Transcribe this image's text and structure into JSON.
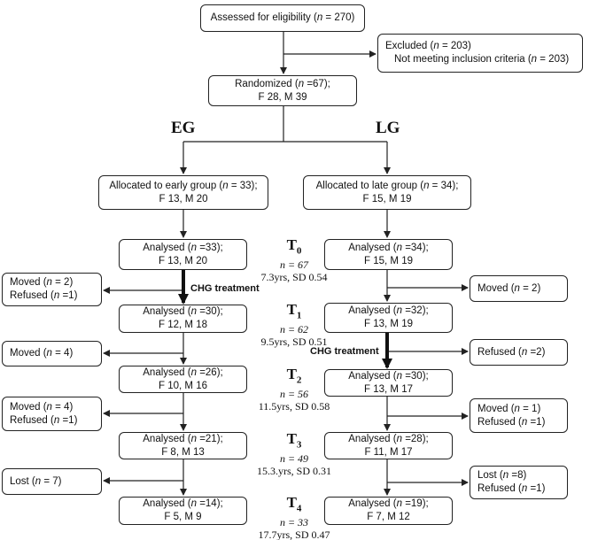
{
  "assessed": {
    "pre": "Assessed for eligibility (",
    "n": "n",
    "post": " = 270)"
  },
  "excluded": {
    "line1": {
      "pre": "Excluded (",
      "n": "n",
      "post": " = 203)"
    },
    "line2": {
      "pre": "Not meeting inclusion criteria (",
      "n": "n",
      "post": " = 203)"
    }
  },
  "randomized": {
    "line1": {
      "pre": "Randomized (",
      "n": "n",
      "post": " =67);"
    },
    "line2": "F 28, M 39"
  },
  "groups": {
    "early": "EG",
    "late": "LG"
  },
  "alloc_early": {
    "line1": {
      "pre": "Allocated to early group (",
      "n": "n",
      "post": " = 33);"
    },
    "line2": "F 13, M 20"
  },
  "alloc_late": {
    "line1": {
      "pre": "Allocated to late group (",
      "n": "n",
      "post": " = 34);"
    },
    "line2": "F 15, M 19"
  },
  "early_analysed": [
    {
      "pre": "Analysed (",
      "n": "n",
      "post": " =33);",
      "sex": "F 13, M 20"
    },
    {
      "pre": "Analysed (",
      "n": "n",
      "post": " =30);",
      "sex": "F 12, M 18"
    },
    {
      "pre": "Analysed (",
      "n": "n",
      "post": " =26);",
      "sex": "F 10, M 16"
    },
    {
      "pre": "Analysed (",
      "n": "n",
      "post": " =21);",
      "sex": "F 8, M 13"
    },
    {
      "pre": "Analysed (",
      "n": "n",
      "post": " =14);",
      "sex": "F 5, M 9"
    }
  ],
  "late_analysed": [
    {
      "pre": "Analysed (",
      "n": "n",
      "post": " =34);",
      "sex": "F 15, M 19"
    },
    {
      "pre": "Analysed (",
      "n": "n",
      "post": " =32);",
      "sex": "F 13, M 19"
    },
    {
      "pre": "Analysed (",
      "n": "n",
      "post": " =30);",
      "sex": "F 13, M 17"
    },
    {
      "pre": "Analysed (",
      "n": "n",
      "post": " =28);",
      "sex": "F 11, M 17"
    },
    {
      "pre": "Analysed (",
      "n": "n",
      "post": " =19);",
      "sex": "F 7, M 12"
    }
  ],
  "timepoints": [
    {
      "label": "T",
      "sub": "0",
      "n": "n = 67",
      "age": "7.3yrs, SD 0.54"
    },
    {
      "label": "T",
      "sub": "1",
      "n": "n = 62",
      "age": "9.5yrs, SD 0.51"
    },
    {
      "label": "T",
      "sub": "2",
      "n": "n = 56",
      "age": "11.5yrs,  SD 0.58"
    },
    {
      "label": "T",
      "sub": "3",
      "n": "n = 49",
      "age": "15.3.yrs, SD 0.31"
    },
    {
      "label": "T",
      "sub": "4",
      "n": "n = 33",
      "age": "17.7yrs, SD 0.47"
    }
  ],
  "treatment_label": "CHG treatment",
  "early_dropouts": [
    [
      {
        "pre": "Moved (",
        "n": "n",
        "post": " = 2)"
      },
      {
        "pre": "Refused (",
        "n": "n",
        "post": " =1)"
      }
    ],
    [
      {
        "pre": "Moved (",
        "n": "n",
        "post": " = 4)"
      }
    ],
    [
      {
        "pre": "Moved (",
        "n": "n",
        "post": " = 4)"
      },
      {
        "pre": "Refused (",
        "n": "n",
        "post": " =1)"
      }
    ],
    [
      {
        "pre": "Lost (",
        "n": "n",
        "post": " = 7)"
      }
    ]
  ],
  "late_dropouts": [
    [
      {
        "pre": "Moved (",
        "n": "n",
        "post": " = 2)"
      }
    ],
    [
      {
        "pre": "Refused (",
        "n": "n",
        "post": " =2)"
      }
    ],
    [
      {
        "pre": "Moved (",
        "n": "n",
        "post": " = 1)"
      },
      {
        "pre": "Refused (",
        "n": "n",
        "post": " =1)"
      }
    ],
    [
      {
        "pre": "Lost (",
        "n": "n",
        "post": " =8)"
      },
      {
        "pre": "Refused (",
        "n": "n",
        "post": " =1)"
      }
    ]
  ]
}
